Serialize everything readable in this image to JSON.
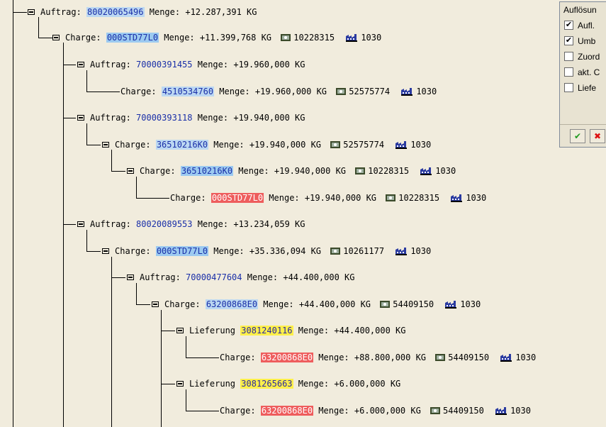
{
  "tree": {
    "nodes": [
      {
        "kind": "Auftrag",
        "label": "Auftrag:",
        "id": "80020065496",
        "menge_label": "Menge:",
        "menge": "+12.287,391 KG"
      },
      {
        "kind": "Charge",
        "label": "Charge:",
        "id": "000STD77L0",
        "menge_label": "Menge:",
        "menge": "+11.399,768 KG",
        "truck": "10228315",
        "plant": "1030"
      },
      {
        "kind": "Auftrag",
        "label": "Auftrag:",
        "id": "70000391455",
        "menge_label": "Menge:",
        "menge": "+19.960,000 KG"
      },
      {
        "kind": "Charge",
        "label": "Charge:",
        "id": "4510534760",
        "menge_label": "Menge:",
        "menge": "+19.960,000 KG",
        "truck": "52575774",
        "plant": "1030"
      },
      {
        "kind": "Auftrag",
        "label": "Auftrag:",
        "id": "70000393118",
        "menge_label": "Menge:",
        "menge": "+19.940,000 KG"
      },
      {
        "kind": "Charge",
        "label": "Charge:",
        "id": "36510216K0",
        "menge_label": "Menge:",
        "menge": "+19.940,000 KG",
        "truck": "52575774",
        "plant": "1030"
      },
      {
        "kind": "Charge",
        "label": "Charge:",
        "id": "36510216K0",
        "menge_label": "Menge:",
        "menge": "+19.940,000 KG",
        "truck": "10228315",
        "plant": "1030"
      },
      {
        "kind": "Charge",
        "label": "Charge:",
        "id": "000STD77L0",
        "menge_label": "Menge:",
        "menge": "+19.940,000 KG",
        "truck": "10228315",
        "plant": "1030"
      },
      {
        "kind": "Auftrag",
        "label": "Auftrag:",
        "id": "80020089553",
        "menge_label": "Menge:",
        "menge": "+13.234,059 KG"
      },
      {
        "kind": "Charge",
        "label": "Charge:",
        "id": "000STD77L0",
        "menge_label": "Menge:",
        "menge": "+35.336,094 KG",
        "truck": "10261177",
        "plant": "1030"
      },
      {
        "kind": "Auftrag",
        "label": "Auftrag:",
        "id": "70000477604",
        "menge_label": "Menge:",
        "menge": "+44.400,000 KG"
      },
      {
        "kind": "Charge",
        "label": "Charge:",
        "id": "63200868E0",
        "menge_label": "Menge:",
        "menge": "+44.400,000 KG",
        "truck": "54409150",
        "plant": "1030"
      },
      {
        "kind": "Lieferung",
        "label": "Lieferung",
        "id": "3081240116",
        "menge_label": "Menge:",
        "menge": "+44.400,000 KG"
      },
      {
        "kind": "Charge",
        "label": "Charge:",
        "id": "63200868E0",
        "menge_label": "Menge:",
        "menge": "+88.800,000 KG",
        "truck": "54409150",
        "plant": "1030"
      },
      {
        "kind": "Lieferung",
        "label": "Lieferung",
        "id": "3081265663",
        "menge_label": "Menge:",
        "menge": "+6.000,000 KG"
      },
      {
        "kind": "Charge",
        "label": "Charge:",
        "id": "63200868E0",
        "menge_label": "Menge:",
        "menge": "+6.000,000 KG",
        "truck": "54409150",
        "plant": "1030"
      }
    ]
  },
  "panel": {
    "title": "Auflösun",
    "options": [
      {
        "label": "Aufl.",
        "checked": true
      },
      {
        "label": "Umb",
        "checked": true
      },
      {
        "label": "Zuord",
        "checked": false
      },
      {
        "label": "akt. C",
        "checked": false
      },
      {
        "label": "Liefe",
        "checked": false
      }
    ],
    "ok_symbol": "✔",
    "cancel_symbol": "✖"
  },
  "colors": {
    "background": "#f1ecdd",
    "hl_blue": "#bcd8f2",
    "hl_red": "#ee5d5d",
    "hl_yellow": "#fff04a"
  }
}
